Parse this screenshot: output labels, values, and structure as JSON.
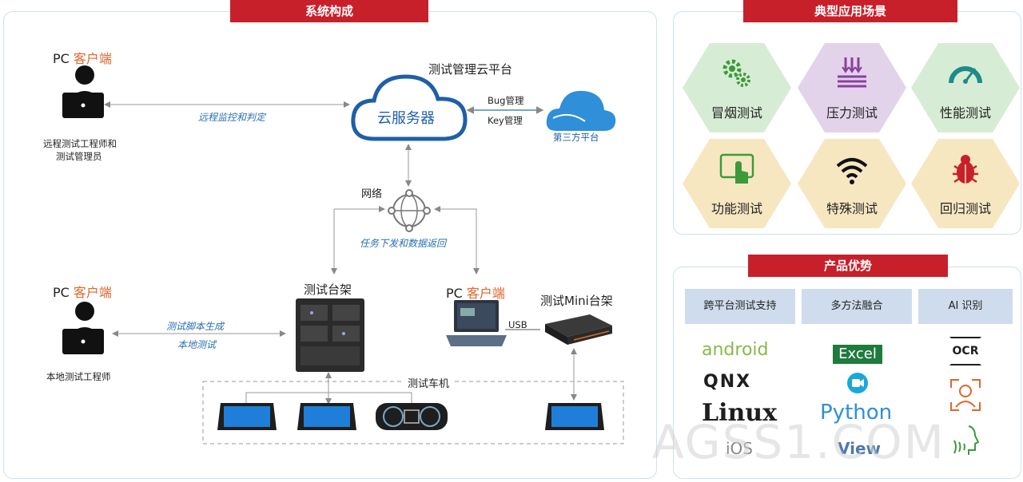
{
  "system": {
    "ribbon": "系统构成",
    "cloud_title": "测试管理云平台",
    "cloud_label": "云服务器",
    "third_party": "第三方平台",
    "bug_mgmt": "Bug管理",
    "key_mgmt": "Key管理",
    "network": "网络",
    "task_label": "任务下发和数据返回",
    "remote_link": "远程监控和判定",
    "remote_pc_prefix": "PC",
    "remote_pc_suffix": "客户端",
    "remote_user_line1": "远程测试工程师和",
    "remote_user_line2": "测试管理员",
    "local_pc_prefix": "PC",
    "local_pc_suffix": "客户端",
    "local_user": "本地测试工程师",
    "script_gen": "测试脚本生成",
    "local_test": "本地测试",
    "rack": "测试台架",
    "laptop_pc_prefix": "PC",
    "laptop_pc_suffix": "客户端",
    "usb": "USB",
    "mini_rack": "测试Mini台架",
    "car": "测试车机"
  },
  "applications": {
    "ribbon": "典型应用场景",
    "items": [
      {
        "label": "冒烟测试",
        "icon": "gears-icon",
        "bg": "#d7ecd5",
        "fg": "#3d9a3a"
      },
      {
        "label": "压力测试",
        "icon": "pressure-icon",
        "bg": "#e2d3ea",
        "fg": "#8a3fa0"
      },
      {
        "label": "性能测试",
        "icon": "gauge-icon",
        "bg": "#d7ecd5",
        "fg": "#1f8a8a"
      },
      {
        "label": "功能测试",
        "icon": "touch-icon",
        "bg": "#f6e7c1",
        "fg": "#3d9a3a"
      },
      {
        "label": "特殊测试",
        "icon": "wifi-icon",
        "bg": "#f6e7c1",
        "fg": "#111111"
      },
      {
        "label": "回归测试",
        "icon": "bug-icon",
        "bg": "#f6e7c1",
        "fg": "#c8202a"
      }
    ]
  },
  "advantages": {
    "ribbon": "产品优势",
    "columns": [
      "跨平台测试支持",
      "多方法融合",
      "AI 识别"
    ],
    "logos": {
      "android": "android",
      "qnx": "QNX",
      "linux": "Linux",
      "ios": "iOS",
      "excel": "Excel",
      "python": "Python",
      "view": "View",
      "ocr": "OCR"
    }
  },
  "watermark": "AGSS1.COM",
  "colors": {
    "accent": "#c8202a",
    "blue": "#2a6fb0",
    "orange": "#e0662a"
  }
}
